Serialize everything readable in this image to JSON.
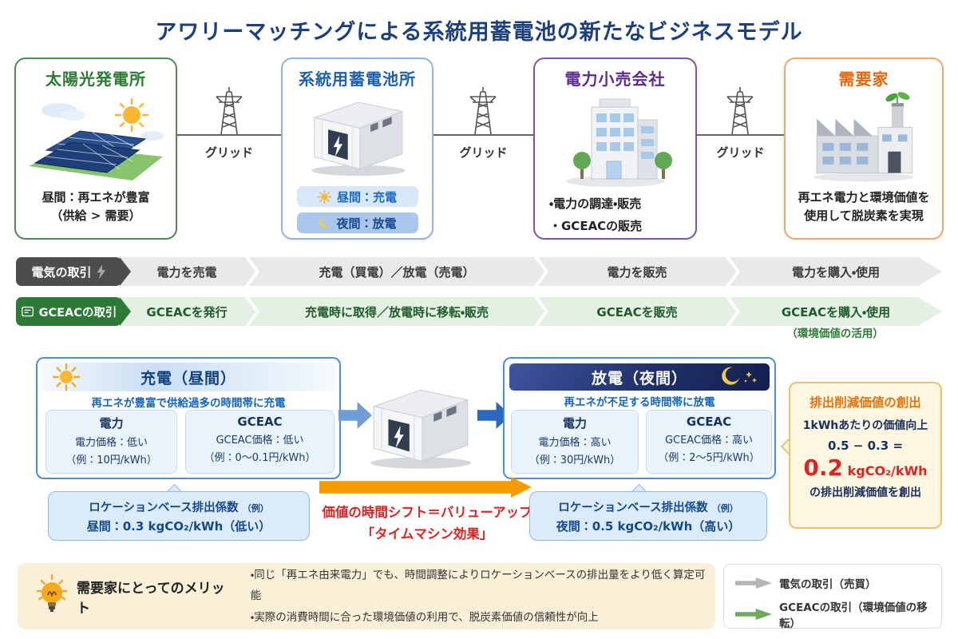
{
  "title": "アワリーマッチングによる系統用蓄電池の新たなビジネスモデル",
  "grid_label": "グリッド",
  "entities": [
    {
      "name": "太陽光発電所",
      "desc1": "昼間：再エネが豊富",
      "desc2": "（供給 > 需要）"
    },
    {
      "name": "系統用蓄電池所",
      "pill_day": "昼間：充電",
      "pill_night": "夜間：放電"
    },
    {
      "name": "電力小売会社",
      "bullet1": "・電力の調達・販売",
      "bullet2": "・GCEACの販売"
    },
    {
      "name": "需要家",
      "desc1": "再エネ電力と環境価値を",
      "desc2": "使用して脱炭素を実現"
    }
  ],
  "flow_electric": {
    "label": "電気の取引",
    "seg1": "電力を売電",
    "seg2": "充電（買電）／放電（売電）",
    "seg3": "電力を販売",
    "seg4": "電力を購入・使用"
  },
  "flow_gceac": {
    "label": "GCEACの取引",
    "seg1": "GCEACを発行",
    "seg2": "充電時に取得／放電時に移転・販売",
    "seg3": "GCEACを販売",
    "seg4": "GCEACを購入・使用",
    "seg4_note": "（環境価値の活用）"
  },
  "charge": {
    "title": "充電（昼間）",
    "subtitle": "再エネが豊富で供給過多の時間帯に充電",
    "power_title": "電力",
    "power_line1": "電力価格：低い",
    "power_line2": "（例：10円/kWh）",
    "gceac_title": "GCEAC",
    "gceac_line1": "GCEAC価格：低い",
    "gceac_line2": "（例：0〜0.1円/kWh）",
    "factor_title": "ロケーションベース排出係数",
    "factor_note": "（例）",
    "factor_value": "昼間：0.3 kgCO₂/kWh（低い）"
  },
  "discharge": {
    "title": "放電（夜間）",
    "subtitle": "再エネが不足する時間帯に放電",
    "power_title": "電力",
    "power_line1": "電力価格：高い",
    "power_line2": "（例：30円/kWh）",
    "gceac_title": "GCEAC",
    "gceac_line1": "GCEAC価格：高い",
    "gceac_line2": "（例：2〜5円/kWh）",
    "factor_title": "ロケーションベース排出係数",
    "factor_note": "（例）",
    "factor_value": "夜間：0.5 kgCO₂/kWh（高い）"
  },
  "shift": {
    "line1": "価値の時間シフト＝バリューアップ",
    "line2": "「タイムマシン効果」"
  },
  "value_creation": {
    "title": "排出削減価値の創出",
    "line1": "1kWhあたりの価値向上",
    "formula": "0.5 − 0.3 =",
    "value": "0.2",
    "unit": " kgCO₂/kWh",
    "line2": "の排出削減価値を創出"
  },
  "merit": {
    "title": "需要家にとってのメリット",
    "bullet1": "・同じ「再エネ由来電力」でも、時間調整によりロケーションベースの排出量をより低く算定可能",
    "bullet2": "・実際の消費時間に合った環境価値の利用で、脱炭素価値の信頼性が向上"
  },
  "legend": {
    "electric": "電気の取引（売買）",
    "gceac": "GCEACの取引（環境価値の移転）"
  },
  "colors": {
    "title_navy": "#1c3f7d",
    "solar_green": "#2b7a33",
    "battery_blue": "#1b5fae",
    "retailer_purple": "#5b2d8f",
    "consumer_orange": "#e8650c",
    "electric_row_gray": "#4d4d4d",
    "gceac_row_green": "#2c7a36",
    "value_shift_orange": "#f59b00",
    "alert_red": "#e02222",
    "legend_gray_arrow": "#b5b5b5",
    "legend_green_arrow": "#70a95c"
  }
}
